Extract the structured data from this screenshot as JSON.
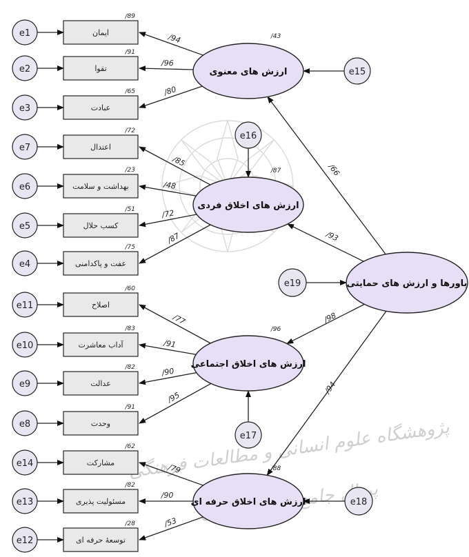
{
  "latent_nodes": {
    "second_order": {
      "label": "باورها و ارزش های حمایتی"
    },
    "spiritual": {
      "label": "ارزش های معنوی",
      "r2": "/43"
    },
    "individual": {
      "label": "ارزش های اخلاق  فردی",
      "r2": "/87"
    },
    "social": {
      "label": "ارزش های اخلاق اجتماعی",
      "r2": "/96"
    },
    "professional": {
      "label": "ارزش های اخلاق حرفه ای",
      "r2": "/88"
    }
  },
  "indicator_groups": [
    {
      "factor": "spiritual",
      "items": [
        {
          "error": "e1",
          "label": "ایمان",
          "r2": "/89",
          "loading": "/94"
        },
        {
          "error": "e2",
          "label": "تقوا",
          "r2": "/91",
          "loading": "/96"
        },
        {
          "error": "e3",
          "label": "عبادت",
          "r2": "/65",
          "loading": "/80"
        }
      ]
    },
    {
      "factor": "individual",
      "items": [
        {
          "error": "e7",
          "label": "اعتدال",
          "r2": "/72",
          "loading": "/85"
        },
        {
          "error": "e6",
          "label": "بهداشت و سلامت",
          "r2": "/23",
          "loading": "/48"
        },
        {
          "error": "e5",
          "label": "کسب حلال",
          "r2": "/51",
          "loading": "/72"
        },
        {
          "error": "e4",
          "label": "عفت و پاکدامنی",
          "r2": "/75",
          "loading": "/87"
        }
      ]
    },
    {
      "factor": "social",
      "items": [
        {
          "error": "e11",
          "label": "اصلاح",
          "r2": "/60",
          "loading": "/77"
        },
        {
          "error": "e10",
          "label": "آداب معاشرت",
          "r2": "/83",
          "loading": "/91"
        },
        {
          "error": "e9",
          "label": "عدالت",
          "r2": "/82",
          "loading": "/90"
        },
        {
          "error": "e8",
          "label": "وحدت",
          "r2": "/91",
          "loading": "/95"
        }
      ]
    },
    {
      "factor": "professional",
      "items": [
        {
          "error": "e14",
          "label": "مشارکت",
          "r2": "/62",
          "loading": "/79"
        },
        {
          "error": "e13",
          "label": "مسئولیت پذیری",
          "r2": "/82",
          "loading": "/90"
        },
        {
          "error": "e12",
          "label": "توسعهٔ حرفه ای",
          "r2": "/28",
          "loading": "/53"
        }
      ]
    }
  ],
  "structural_paths": [
    {
      "to": "spiritual",
      "coefficient": "/66"
    },
    {
      "to": "individual",
      "coefficient": "/93"
    },
    {
      "to": "social",
      "coefficient": "/98"
    },
    {
      "to": "professional",
      "coefficient": "/94"
    }
  ],
  "disturbances": [
    {
      "label": "e15",
      "target": "spiritual"
    },
    {
      "label": "e16",
      "target": "individual"
    },
    {
      "label": "e17",
      "target": "social"
    },
    {
      "label": "e18",
      "target": "professional"
    },
    {
      "label": "e19",
      "target": "second_order"
    }
  ],
  "watermark": {
    "lines": [
      "پژوهشگاه علوم انسانی و مطالعات فرهنگی",
      "پرتال جامع علوم انسانی"
    ]
  },
  "colors": {
    "ellipse_fill": "#e6dff5",
    "circle_fill": "#e8e6f2",
    "box_fill": "#e9e9e9",
    "stroke": "#222222",
    "watermark": "#cfcfcf"
  }
}
